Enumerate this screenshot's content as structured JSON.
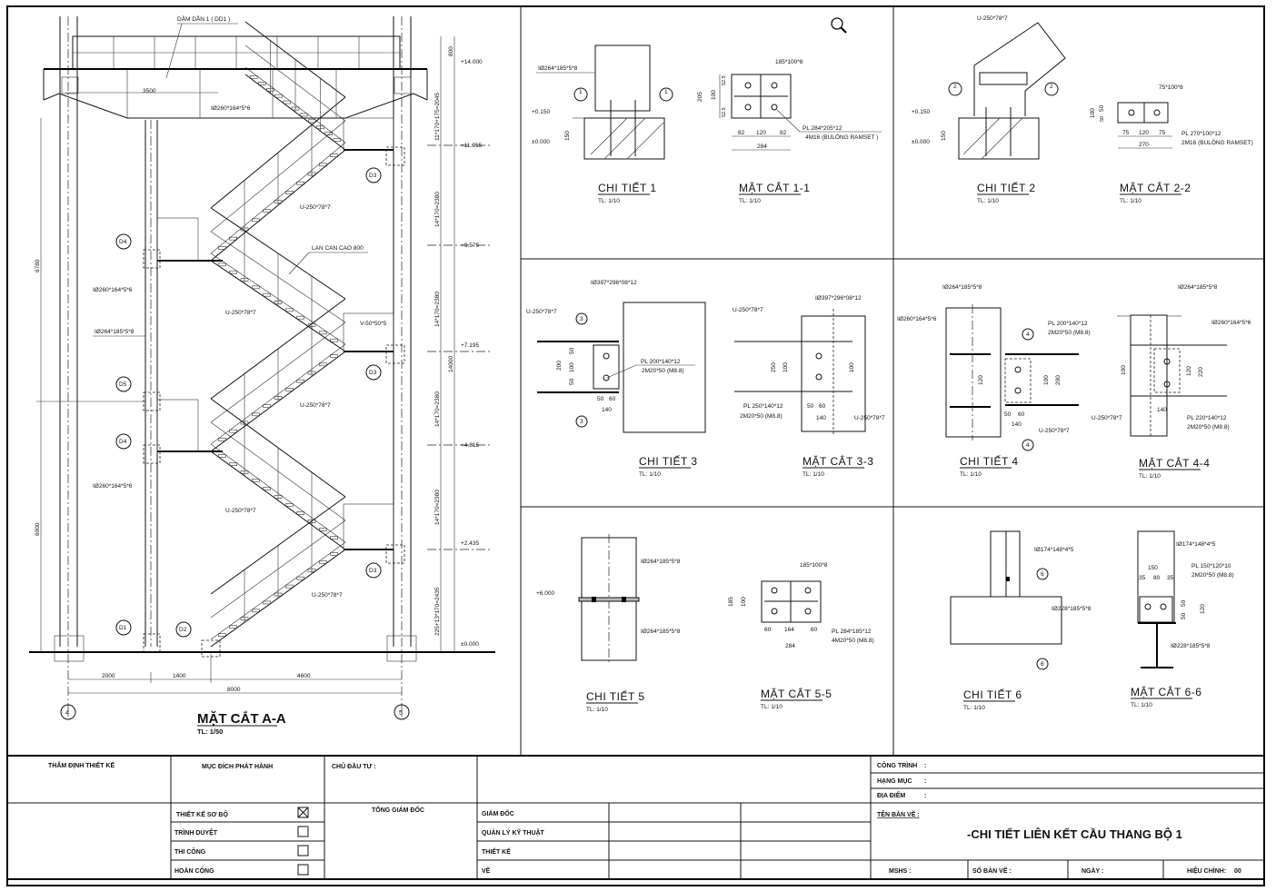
{
  "section_aa": {
    "title": "MẶT CẮT A-A",
    "scale": "TL: 1/50",
    "beam_label": "DẦM DẪN 1 ( DD1 )",
    "beam_span": "3500",
    "labels": {
      "col_small_top": "IØ260*164*5*6",
      "col_small_mid": "IØ260*164*5*6",
      "col_small_low": "IØ260*164*5*6",
      "col_main": "IØ264*185*5*8",
      "stringer_1": "U-250*78*7",
      "stringer_2": "U-250*78*7",
      "stringer_3": "U-250*78*7",
      "stringer_4": "U-250*78*7",
      "stringer_5": "U-250*78*7",
      "railing": "LAN CAN CAO 800",
      "angle": "V-50*50*5"
    },
    "levels": [
      "+14.000",
      "+11.955",
      "+9.575",
      "+7.195",
      "+4.815",
      "+2.435",
      "±0.000"
    ],
    "dims_right": [
      "800",
      "11*170+175=2045",
      "14*170=2380",
      "14*170=2380",
      "14*170=2380",
      "14*170=2380",
      "225+13*170=2435"
    ],
    "dim_total": "14000",
    "dims_left": [
      "6780",
      "6000"
    ],
    "dims_bottom": [
      "2000",
      "1400",
      "4600"
    ],
    "dim_bottom_total": "8000",
    "axes": [
      "4",
      "5"
    ],
    "callouts": [
      "D1",
      "D2",
      "D3",
      "D3",
      "D4",
      "D4",
      "D5"
    ]
  },
  "details": [
    {
      "detail_title": "CHI TIẾT 1",
      "detail_scale": "TL: 1/10",
      "section_title": "MẶT CẮT 1-1",
      "section_scale": "TL: 1/10",
      "marker": "1",
      "col": "IØ264*185*5*8",
      "lev_top": "+0.150",
      "lev_bot": "±0.000",
      "h": "150",
      "weld": "185*100*8",
      "plate": "PL 284*205*12",
      "bolts": "4M16 (BULÔNG RAMSET )",
      "d1": "82",
      "d2": "120",
      "d3": "82",
      "dtot": "284",
      "v1": "205",
      "v2": "100",
      "v3": "52.5",
      "v4": "52.5"
    },
    {
      "detail_title": "CHI TIẾT 2",
      "detail_scale": "TL: 1/10",
      "section_title": "MẶT CẮT 2-2",
      "section_scale": "TL: 1/10",
      "marker": "2",
      "stringer": "U-250*78*7",
      "lev_top": "+0.150",
      "lev_bot": "±0.000",
      "h": "150",
      "weld": "75*100*8",
      "plate": "PL 270*100*12",
      "bolts": "2M16 (BULÔNG RAMSET)",
      "d1": "75",
      "d2": "120",
      "d3": "75",
      "dtot": "270",
      "v1": "100",
      "v2": "50",
      "v3": "50"
    },
    {
      "detail_title": "CHI TIẾT 3",
      "detail_scale": "TL: 1/10",
      "section_title": "MẶT CẮT 3-3",
      "section_scale": "TL: 1/10",
      "marker": "3",
      "col": "IØ397*296*08*12",
      "stringer": "U-250*78*7",
      "plate": "PL 200*140*12",
      "bolts": "2M20*50 (M8.8)",
      "plate_s": "PL 250*140*12",
      "bolts_s": "2M20*50 (M8.8)",
      "v1": "200",
      "v2": "50",
      "v3": "100",
      "v4": "50",
      "d1": "50",
      "d2": "60",
      "dtot": "140",
      "sv1": "250",
      "sv2": "100",
      "sv3": "100"
    },
    {
      "detail_title": "CHI TIẾT 4",
      "detail_scale": "TL: 1/10",
      "section_title": "MẶT CẮT 4-4",
      "section_scale": "TL: 1/10",
      "marker": "4",
      "col": "IØ264*185*5*8",
      "col_small": "IØ260*164*5*6",
      "stringer": "U-250*78*7",
      "plate": "PL 200*140*12",
      "bolts": "2M20*50 (M8.8)",
      "plate_s": "PL 220*140*12",
      "bolts_s": "2M20*50 (M8.8)",
      "v1": "120",
      "v2": "200",
      "v3": "100",
      "d1": "50",
      "d2": "60",
      "dtot": "140",
      "sv1": "100",
      "sv2": "120",
      "sv3": "220"
    },
    {
      "detail_title": "CHI TIẾT 5",
      "detail_scale": "TL: 1/10",
      "section_title": "MẶT CẮT 5-5",
      "section_scale": "TL: 1/10",
      "col": "IØ264*185*5*8",
      "level": "+6.000",
      "weld": "185*100*8",
      "plate": "PL 284*185*12",
      "bolts": "4M20*50 (M8.8)",
      "d1": "60",
      "d2": "164",
      "d3": "60",
      "dtot": "284",
      "v1": "185",
      "v2": "100"
    },
    {
      "detail_title": "CHI TIẾT 6",
      "detail_scale": "TL: 1/10",
      "section_title": "MẶT CẮT 6-6",
      "section_scale": "TL: 1/10",
      "marker": "6",
      "col": "IØ174*148*4*5",
      "beam": "IØ228*185*5*8",
      "plate": "PL 150*120*10",
      "bolts": "2M20*50 (M8.8)",
      "d1": "150",
      "d2": "35",
      "d3": "80",
      "d4": "35",
      "v1": "120",
      "v2": "50",
      "v3": "50"
    }
  ],
  "title_block": {
    "tham_dinh": "THẨM ĐỊNH THIẾT KẾ",
    "muc_dich": "MỤC ĐÍCH PHÁT HÀNH",
    "chu_dau_tu": "CHỦ ĐẦU TƯ :",
    "tong_giam_doc": "TỔNG GIÁM ĐỐC",
    "issue_options": [
      {
        "label": "THIẾT KẾ SƠ BỘ",
        "checked": true
      },
      {
        "label": "TRÌNH DUYỆT",
        "checked": false
      },
      {
        "label": "THI CÔNG",
        "checked": false
      },
      {
        "label": "HOÀN CÔNG",
        "checked": false
      }
    ],
    "roles": [
      "GIÁM ĐỐC",
      "QUẢN LÝ KỸ THUẬT",
      "THIẾT KẾ",
      "VẼ"
    ],
    "cong_trinh": "CÔNG TRÌNH",
    "hang_muc": "HẠNG MỤC",
    "dia_diem": "ĐỊA ĐIỂM",
    "colon": ":",
    "ten_ban_ve_label": "TÊN BẢN VẼ :",
    "ten_ban_ve": "-CHI TIẾT LIÊN KẾT CẦU THANG BỘ 1",
    "mshs": "MSHS :",
    "so_ban_ve": "SỐ BẢN VẼ :",
    "ngay": "NGÀY :",
    "hieu_chinh": "HIỆU CHỈNH:",
    "hieu_chinh_value": "00"
  },
  "viewer": {
    "zoom_icon": "magnifier-icon"
  }
}
